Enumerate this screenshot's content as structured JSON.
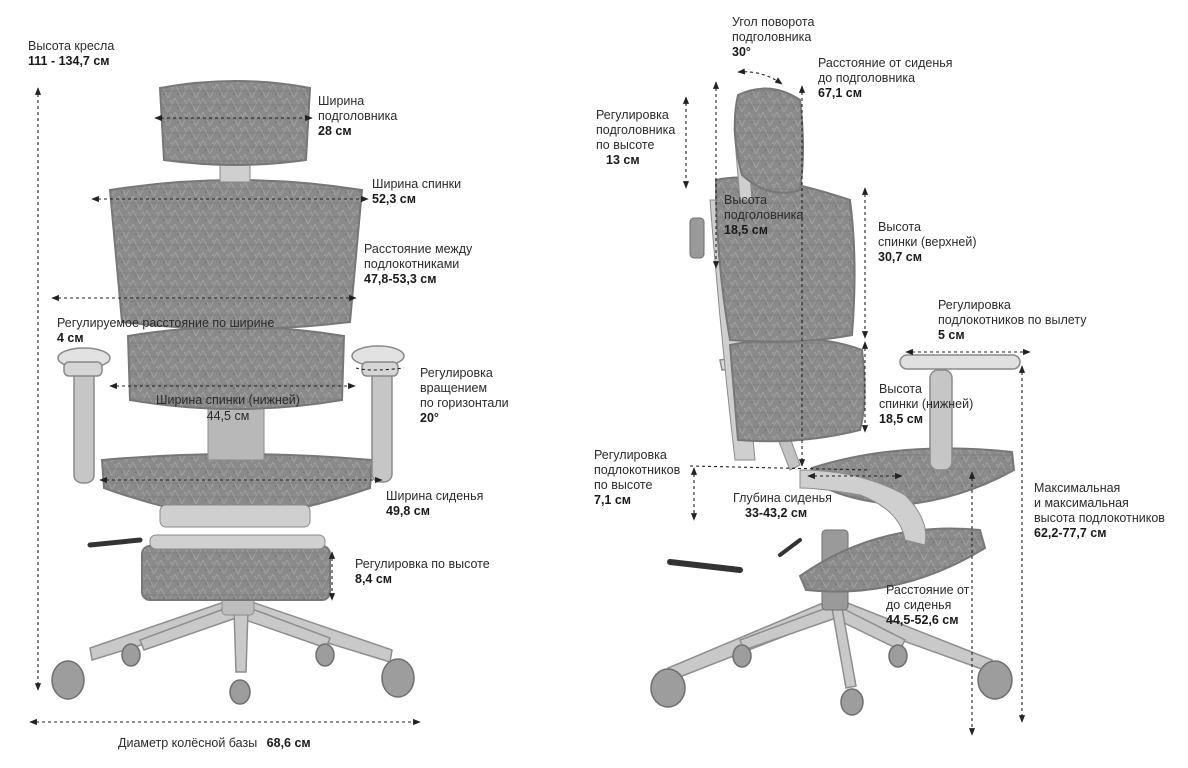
{
  "front": {
    "seat_height": {
      "title": "Высота кресла",
      "value": "111 - 134,7 см"
    },
    "headrest_width": {
      "l1": "Ширина",
      "l2": "подголовника",
      "value": "28 см"
    },
    "back_width": {
      "title": "Ширина спинки",
      "value": "52,3 см"
    },
    "armrest_distance": {
      "l1": "Расстояние между",
      "l2": "подлокотниками",
      "value": "47,8-53,3 см"
    },
    "adjustable_width": {
      "title": "Регулируемое расстояние по ширине",
      "value": "4 см"
    },
    "rotation": {
      "l1": "Регулировка",
      "l2": "вращением",
      "l3": "по горизонтали",
      "value": "20°"
    },
    "lower_back_width": {
      "title": "Ширина спинки (нижней)",
      "value": "44,5 см"
    },
    "seat_width": {
      "title": "Ширина сиденья",
      "value": "49,8 см"
    },
    "height_adjust": {
      "title": "Регулировка по высоте",
      "value": "8,4 см"
    },
    "base_diameter": {
      "title": "Диаметр колёсной базы",
      "value": "68,6 см"
    }
  },
  "side": {
    "headrest_angle": {
      "l1": "Угол поворота",
      "l2": "подголовника",
      "value": "30°"
    },
    "seat_to_headrest": {
      "l1": "Расстояние от сиденья",
      "l2": "до подголовника",
      "value": "67,1 см"
    },
    "headrest_height_adjust": {
      "l1": "Регулировка",
      "l2": "подголовника",
      "l3": "по высоте",
      "value": "13 см"
    },
    "headrest_height": {
      "l1": "Высота",
      "l2": "подголовника",
      "value": "18,5 см"
    },
    "upper_back_height": {
      "l1": "Высота",
      "l2": "спинки (верхней)",
      "value": "30,7 см"
    },
    "armrest_reach": {
      "l1": "Регулировка",
      "l2": "подлокотников по вылету",
      "value": "5 см"
    },
    "lower_back_height": {
      "l1": "Высота",
      "l2": "спинки (нижней)",
      "value": "18,5 см"
    },
    "armrest_height_adjust": {
      "l1": "Регулировка",
      "l2": "подлокотников",
      "l3": "по высоте",
      "value": "7,1 см"
    },
    "seat_depth": {
      "title": "Глубина сиденья",
      "value": "33-43,2 см"
    },
    "max_height": {
      "l1": "Максимальная",
      "l2": "и максимальная",
      "l3": "высота подлокотников",
      "value": "62,2-77,7 см"
    },
    "floor_to_seat": {
      "l1": "Расстояние от",
      "l2": "до сиденья",
      "value": "44,5-52,6 см"
    }
  }
}
